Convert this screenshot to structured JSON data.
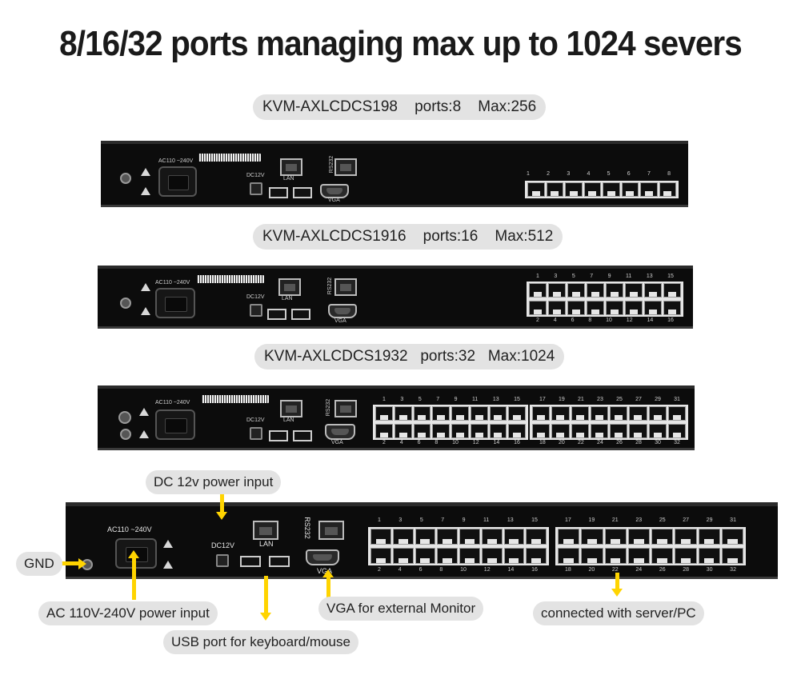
{
  "heading": "8/16/32 ports managing max up to 1024 severs",
  "models": [
    {
      "label": "KVM-AXLCDCS198    ports:8    Max:256"
    },
    {
      "label": "KVM-AXLCDCS1916    ports:16    Max:512"
    },
    {
      "label": "KVM-AXLCDCS1932   ports:32   Max:1024"
    }
  ],
  "panel_text": {
    "ac": "AC110 ~240V",
    "dc": "DC12V",
    "lan": "LAN",
    "rs232": "RS232",
    "vga": "VGA"
  },
  "port_numbers": {
    "p8": [
      "1",
      "2",
      "3",
      "4",
      "5",
      "6",
      "7",
      "8"
    ],
    "top16": [
      "1",
      "3",
      "5",
      "7",
      "9",
      "11",
      "13",
      "15"
    ],
    "bottom16": [
      "2",
      "4",
      "6",
      "8",
      "10",
      "12",
      "14",
      "16"
    ],
    "top32b": [
      "17",
      "19",
      "21",
      "23",
      "25",
      "27",
      "29",
      "31"
    ],
    "bottom32b": [
      "18",
      "20",
      "22",
      "24",
      "26",
      "28",
      "30",
      "32"
    ]
  },
  "callouts": {
    "dc_power": "DC 12v power input",
    "gnd": "GND",
    "ac_power": "AC 110V-240V power input",
    "usb": "USB port for keyboard/mouse",
    "vga": "VGA for external Monitor",
    "server": "connected with server/PC"
  },
  "colors": {
    "arrow": "#ffd400",
    "panel": "#0c0c0c",
    "pill": "#e3e3e3"
  },
  "icons": [
    "ground-screw-icon",
    "warning-triangle-icon",
    "usb-symbol-icon"
  ]
}
